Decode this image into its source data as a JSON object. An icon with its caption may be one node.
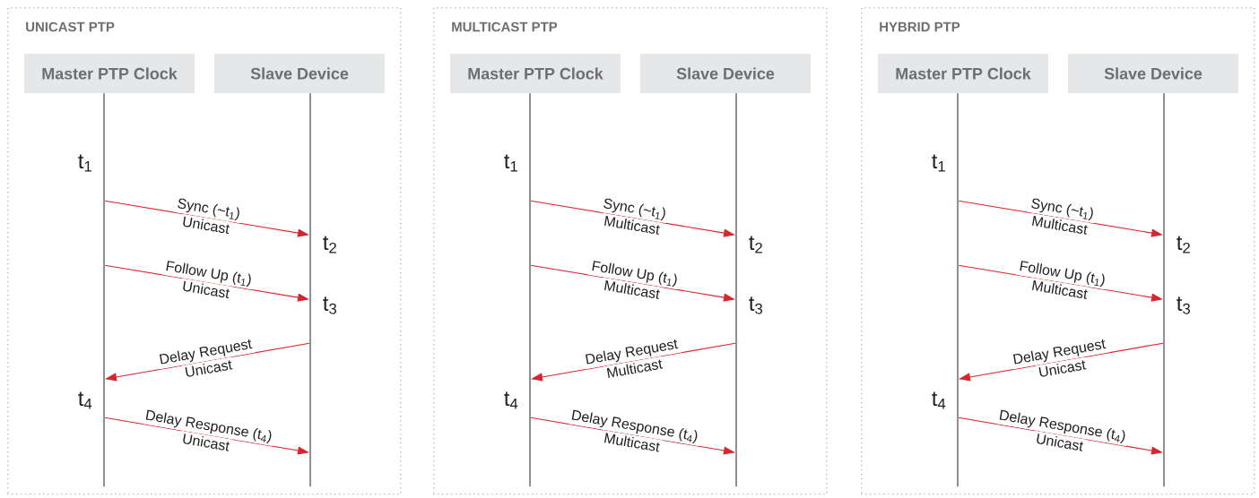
{
  "diagram": {
    "nodes": [
      {
        "text": [
          "UNICAST PTP"
        ]
      },
      {
        "text": [
          "Master PTP Clock"
        ],
        "in": 0
      },
      {
        "text": [
          "Slave Device"
        ],
        "in": 0
      },
      {
        "text": [
          "MULTICAST PTP"
        ]
      },
      {
        "text": [
          "Master PTP Clock"
        ],
        "in": 3
      },
      {
        "text": [
          "Slave Device"
        ],
        "in": 3
      },
      {
        "text": [
          "HYBRID PTP"
        ]
      },
      {
        "text": [
          "Master PTP Clock"
        ],
        "in": 6
      },
      {
        "text": [
          "Slave Device"
        ],
        "in": 6
      }
    ],
    "edges": [
      {
        "from": 1,
        "to": 2,
        "arrow": "to",
        "label": "Sync (~t$_{1}$)"
      },
      {
        "from": 1,
        "to": 2,
        "arrow": "to",
        "label": "Follow Up (t$_{1}$)"
      },
      {
        "from": 2,
        "to": 1,
        "arrow": "to",
        "label": "Delay Request"
      },
      {
        "from": 1,
        "to": 2,
        "arrow": "to",
        "label": "Delay Response (t$_{4}$)"
      },
      {
        "from": 4,
        "to": 5,
        "arrow": "to",
        "label": "Sync (~t$_{1}$)"
      },
      {
        "from": 4,
        "to": 5,
        "arrow": "to",
        "label": "Follow Up (t$_{1}$)"
      },
      {
        "from": 5,
        "to": 4,
        "arrow": "to",
        "label": "Delay Request"
      },
      {
        "from": 4,
        "to": 5,
        "arrow": "to",
        "label": "Delay Response (t$_{4}$)"
      },
      {
        "from": 7,
        "to": 8,
        "arrow": "to",
        "label": "Sync (~t$_{1}$)"
      },
      {
        "from": 7,
        "to": 8,
        "arrow": "to",
        "label": "Follow Up (t$_{1}$)"
      },
      {
        "from": 8,
        "to": 7,
        "arrow": "to",
        "label": "Delay Request"
      },
      {
        "from": 7,
        "to": 8,
        "arrow": "to",
        "label": "Delay Response (t$_{4}$)"
      }
    ],
    "labels": [
      "t$_{1}$",
      "Unicast",
      "t$_{2}$",
      "Unicast",
      "t$_{3}$",
      "Unicast",
      "t$_{4}$",
      "Unicast",
      "t$_{1}$",
      "Multicast",
      "t$_{2}$",
      "Multicast",
      "t$_{3}$",
      "Multicast",
      "t$_{4}$",
      "Multicast",
      "t$_{1}$",
      "Multicast",
      "t$_{2}$",
      "Multicast",
      "t$_{3}$",
      "Unicast",
      "t$_{4}$",
      "Unicast"
    ]
  }
}
